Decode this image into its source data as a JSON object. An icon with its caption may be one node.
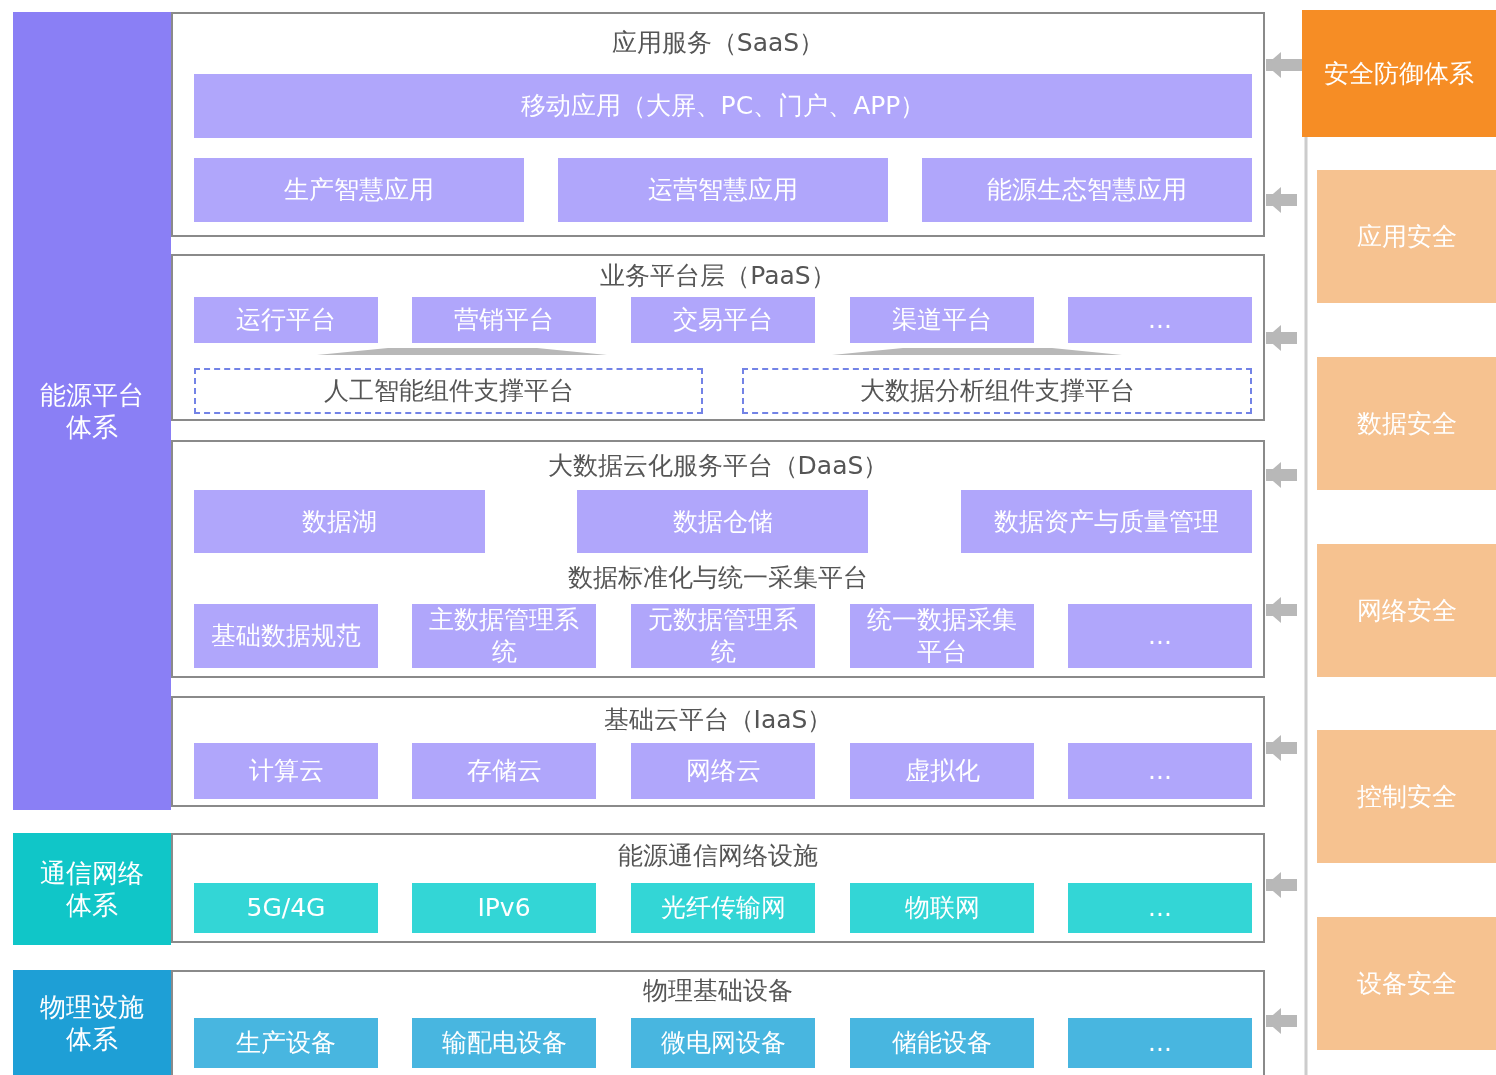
{
  "diagram": {
    "nodes": [
      {
        "text": [
          "能源平台体系"
        ]
      },
      {
        "text": [
          "应用服务（SaaS）"
        ]
      },
      {
        "text": [
          "移动应用（大屏、PC、门户、APP）"
        ],
        "in": 1
      },
      {
        "text": [
          "生产智慧应用"
        ],
        "in": 1
      },
      {
        "text": [
          "运营智慧应用"
        ],
        "in": 1
      },
      {
        "text": [
          "能源生态智慧应用"
        ],
        "in": 1
      },
      {
        "text": [
          "业务平台层（PaaS）"
        ]
      },
      {
        "text": [
          "运行平台"
        ],
        "in": 6
      },
      {
        "text": [
          "营销平台"
        ],
        "in": 6
      },
      {
        "text": [
          "交易平台"
        ],
        "in": 6
      },
      {
        "text": [
          "渠道平台"
        ],
        "in": 6
      },
      {
        "text": [
          "..."
        ],
        "in": 6
      },
      {
        "text": [
          "人工智能组件支撑平台"
        ],
        "in": 6
      },
      {
        "text": [
          "大数据分析组件支撑平台"
        ],
        "in": 6
      },
      {
        "text": [
          "大数据云化服务平台（DaaS）",
          "数据标准化与统一采集平台"
        ]
      },
      {
        "text": [
          "数据湖"
        ],
        "in": 14
      },
      {
        "text": [
          "数据仓储"
        ],
        "in": 14
      },
      {
        "text": [
          "数据资产与质量管理"
        ],
        "in": 14
      },
      {
        "text": [
          "基础数据规范"
        ],
        "in": 14
      },
      {
        "text": [
          "主数据管理系统"
        ],
        "in": 14
      },
      {
        "text": [
          "元数据管理系统"
        ],
        "in": 14
      },
      {
        "text": [
          "统一数据采集平台"
        ],
        "in": 14
      },
      {
        "text": [
          "..."
        ],
        "in": 14
      },
      {
        "text": [
          "基础云平台（IaaS）"
        ]
      },
      {
        "text": [
          "计算云"
        ],
        "in": 23
      },
      {
        "text": [
          "存储云"
        ],
        "in": 23
      },
      {
        "text": [
          "网络云"
        ],
        "in": 23
      },
      {
        "text": [
          "虚拟化"
        ],
        "in": 23
      },
      {
        "text": [
          "..."
        ],
        "in": 23
      },
      {
        "text": [
          "通信网络体系"
        ]
      },
      {
        "text": [
          "能源通信网络设施"
        ]
      },
      {
        "text": [
          "5G/4G"
        ],
        "in": 30
      },
      {
        "text": [
          "IPv6"
        ],
        "in": 30
      },
      {
        "text": [
          "光纤传输网"
        ],
        "in": 30
      },
      {
        "text": [
          "物联网"
        ],
        "in": 30
      },
      {
        "text": [
          "..."
        ],
        "in": 30
      },
      {
        "text": [
          "物理设施体系"
        ]
      },
      {
        "text": [
          "物理基础设备"
        ]
      },
      {
        "text": [
          "生产设备"
        ],
        "in": 37
      },
      {
        "text": [
          "输配电设备"
        ],
        "in": 37
      },
      {
        "text": [
          "微电网设备"
        ],
        "in": 37
      },
      {
        "text": [
          "储能设备"
        ],
        "in": 37
      },
      {
        "text": [
          "..."
        ],
        "in": 37
      },
      {
        "text": [
          "安全防御体系"
        ]
      },
      {
        "text": [
          "应用安全"
        ]
      },
      {
        "text": [
          "数据安全"
        ]
      },
      {
        "text": [
          "网络安全"
        ]
      },
      {
        "text": [
          "控制安全"
        ]
      },
      {
        "text": [
          "设备安全"
        ]
      }
    ],
    "edges": [
      {
        "from": 43,
        "to": 1,
        "arrow": "to"
      },
      {
        "from": null,
        "to": 1,
        "arrow": "to"
      },
      {
        "from": null,
        "to": 6,
        "arrow": "to"
      },
      {
        "from": null,
        "to": 14,
        "arrow": "to"
      },
      {
        "from": null,
        "to": 14,
        "arrow": "to"
      },
      {
        "from": null,
        "to": 23,
        "arrow": "to"
      },
      {
        "from": null,
        "to": 30,
        "arrow": "to"
      },
      {
        "from": null,
        "to": 37,
        "arrow": "to"
      }
    ]
  }
}
